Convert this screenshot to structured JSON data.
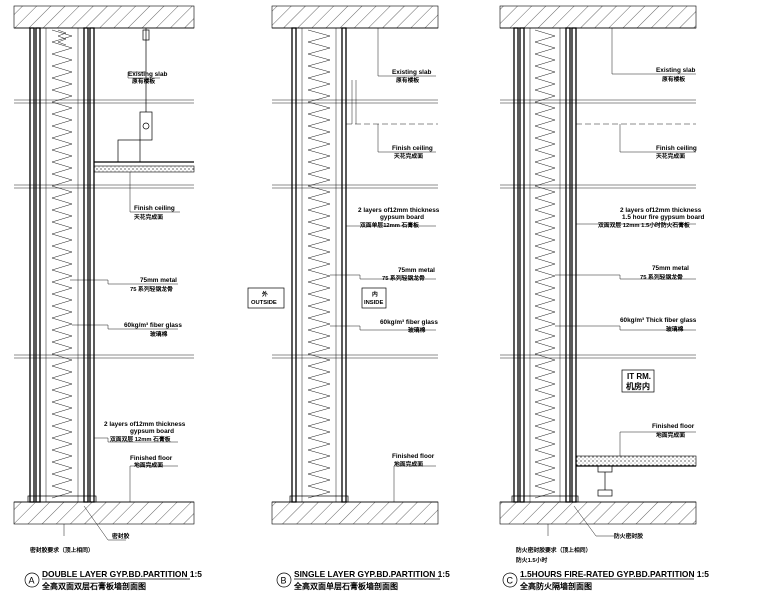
{
  "panels": [
    {
      "id": "A",
      "title_en": "DOUBLE LAYER GYP.BD.PARTITION  1:5",
      "title_cn": "全高双面双层石膏板墙剖面图",
      "notes": [
        {
          "en": "Existing slab",
          "cn": "原有楼板"
        },
        {
          "en": "Finish ceiling",
          "cn": "天花完成面"
        },
        {
          "en": "75mm metal",
          "cn": "75 系列轻钢龙骨"
        },
        {
          "en": "60kg/m³ fiber glass",
          "cn": "玻璃棉"
        },
        {
          "en": "2 layers of12mm thickness",
          "en2": "gypsum board",
          "cn": "双面双层 12mm 石膏板"
        },
        {
          "en": "Finished floor",
          "cn": "地面完成面"
        }
      ],
      "bottom_notes": [
        "密封胶要求（顶上相同）",
        "密封胶"
      ]
    },
    {
      "id": "B",
      "title_en": "SINGLE LAYER GYP.BD.PARTITION  1:5",
      "title_cn": "全高双面单层石膏板墙剖面图",
      "notes": [
        {
          "en": "Existing slab",
          "cn": "原有楼板"
        },
        {
          "en": "Finish ceiling",
          "cn": "天花完成面"
        },
        {
          "en": "2 layers of12mm thickness",
          "en2": "gypsum board",
          "cn": "双面单层12mm 石膏板"
        },
        {
          "en": "75mm metal",
          "cn": "75 系列轻钢龙骨"
        },
        {
          "en": "60kg/m³ fiber glass",
          "cn": "玻璃棉"
        },
        {
          "en": "Finished floor",
          "cn": "地面完成面"
        }
      ],
      "outside_tag": {
        "cn": "外",
        "en": "OUTSIDE"
      },
      "inside_tag": {
        "cn": "内",
        "en": "INSIDE"
      }
    },
    {
      "id": "C",
      "title_en": "1.5HOURS FIRE-RATED GYP.BD.PARTITION  1:5",
      "title_cn": "全高防火隔墙剖面图",
      "notes": [
        {
          "en": "Existing slab",
          "cn": "原有楼板"
        },
        {
          "en": "Finish ceiling",
          "cn": "天花完成面"
        },
        {
          "en": "2 layers of12mm thickness",
          "en2": "1.5 hour fire gypsum board",
          "cn": "双面双层 12mm 1.5小时防火石膏板"
        },
        {
          "en": "75mm metal",
          "cn": "75 系列轻钢龙骨"
        },
        {
          "en": "60kg/m³ Thick fiber glass",
          "cn": "玻璃棉"
        },
        {
          "en": "Finished floor",
          "cn": "地面完成面"
        }
      ],
      "room_tag": {
        "en": "IT RM.",
        "cn": "机房内"
      },
      "bottom_notes": [
        "防火密封胶要求（顶上相同）",
        "防火1.5小时",
        "防火密封胶"
      ]
    }
  ]
}
